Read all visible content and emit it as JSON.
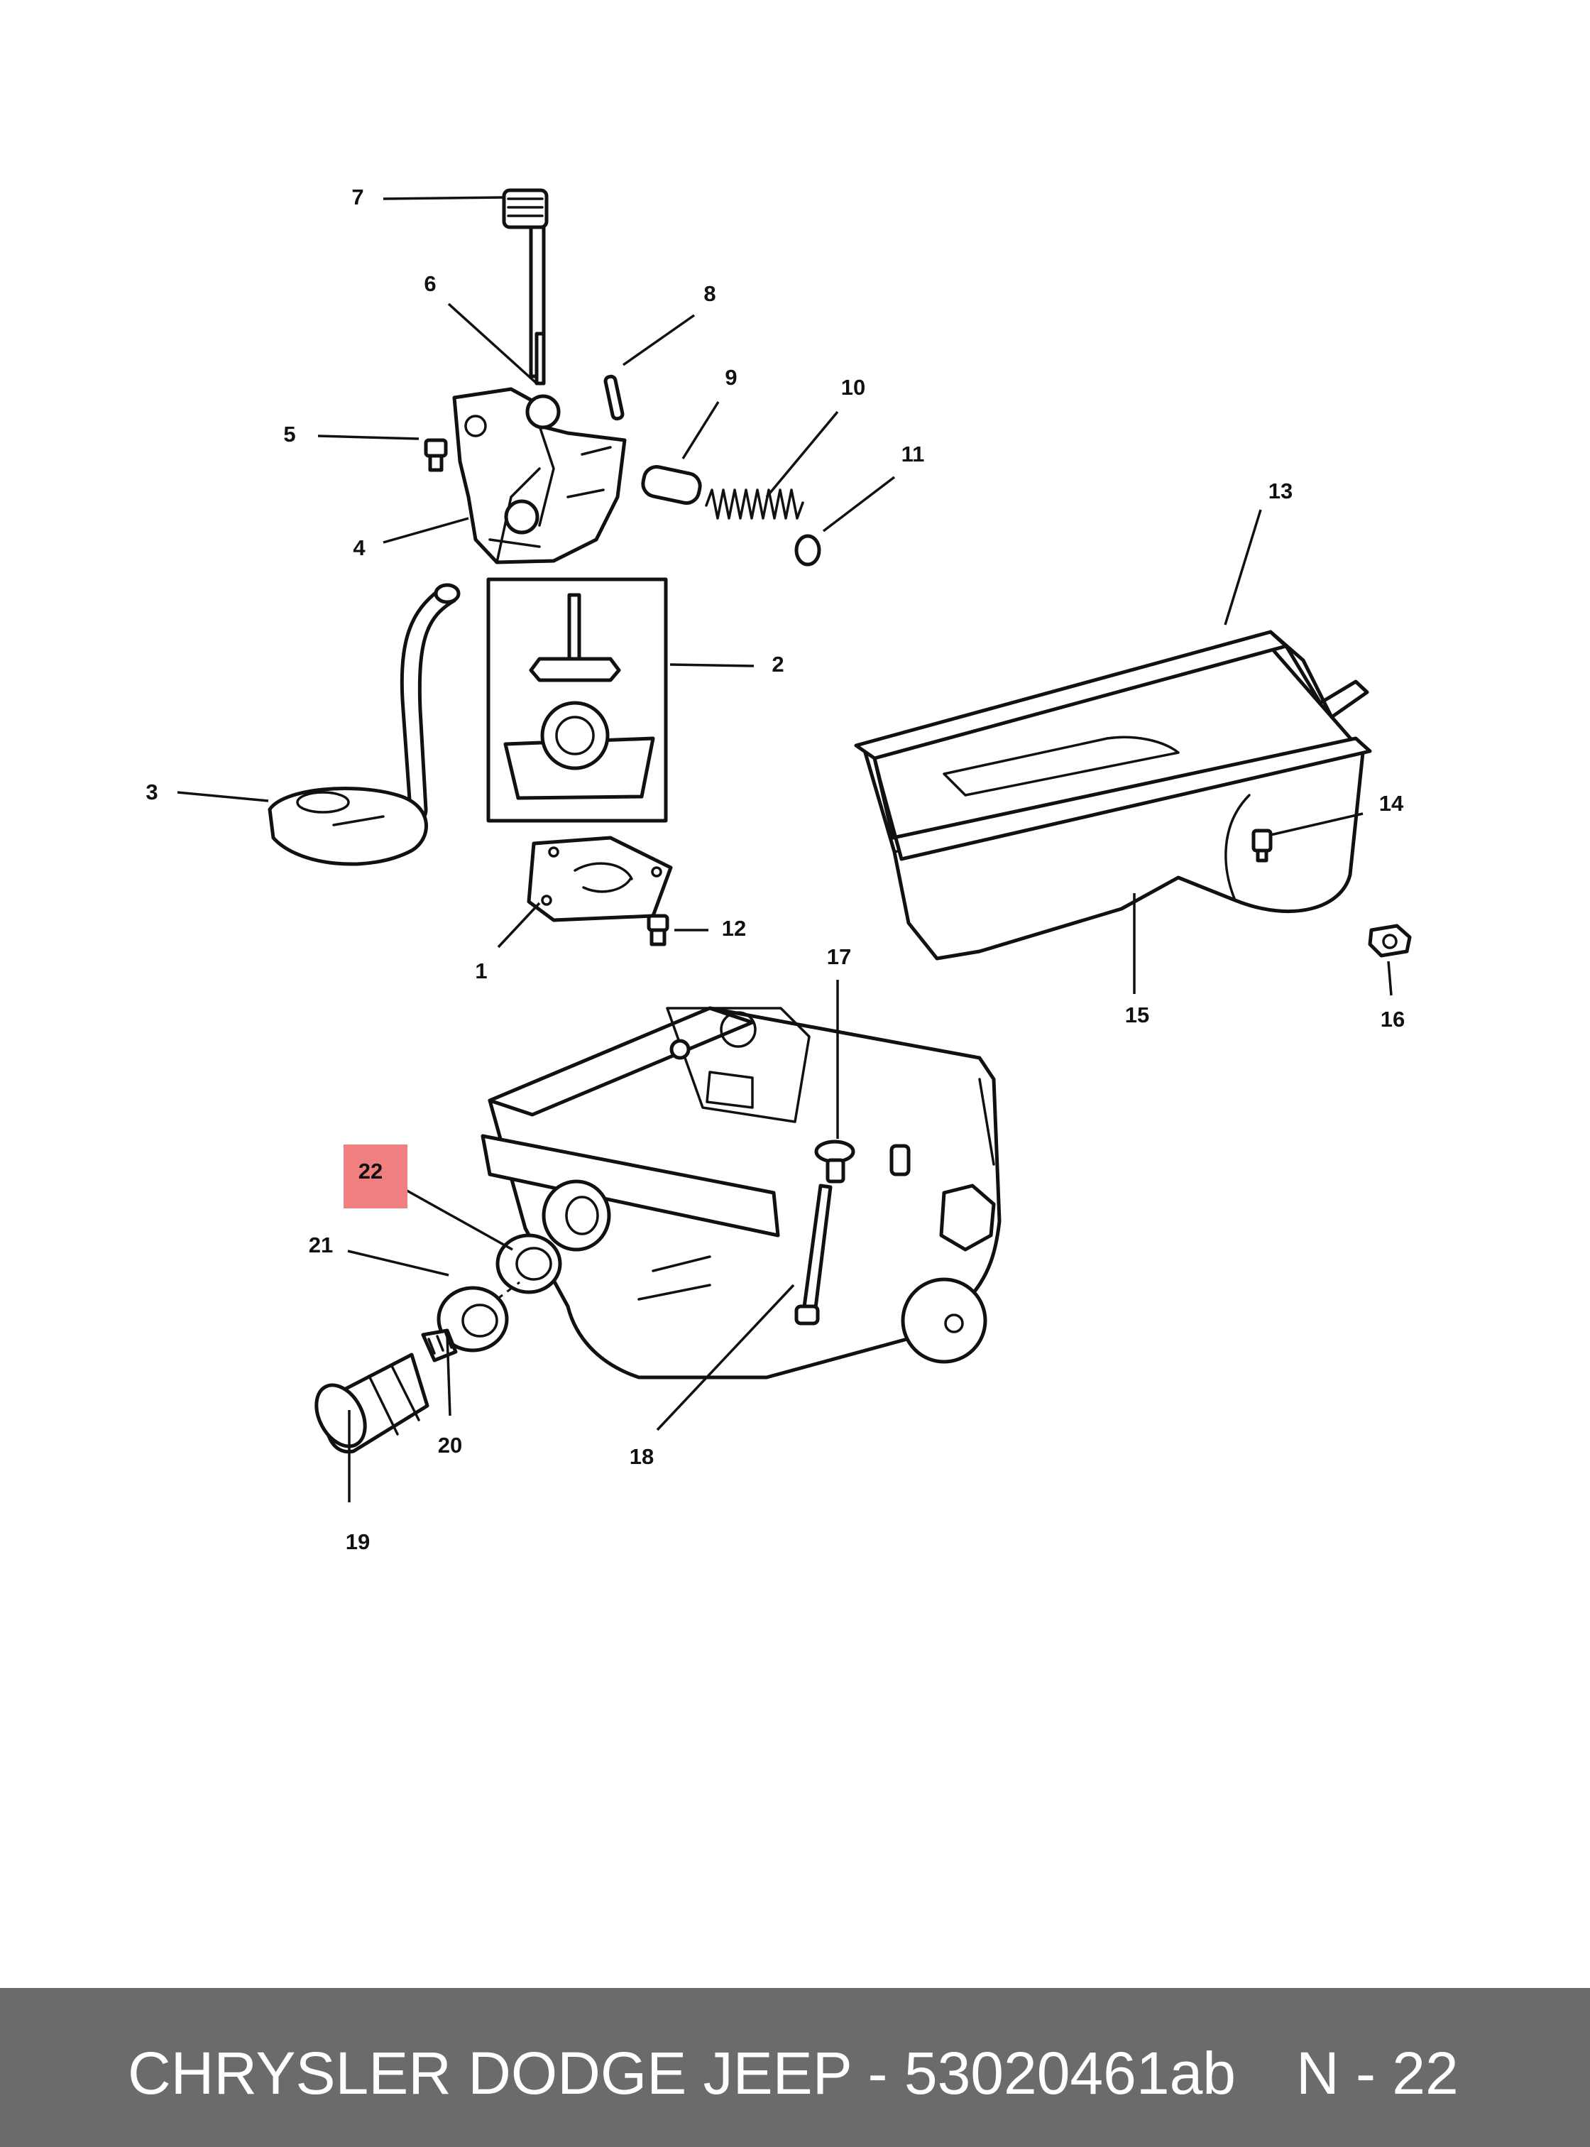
{
  "callouts": {
    "1": "1",
    "2": "2",
    "3": "3",
    "4": "4",
    "5": "5",
    "6": "6",
    "7": "7",
    "8": "8",
    "9": "9",
    "10": "10",
    "11": "11",
    "12": "12",
    "13": "13",
    "14": "14",
    "15": "15",
    "16": "16",
    "17": "17",
    "18": "18",
    "19": "19",
    "20": "20",
    "21": "21",
    "22": "22"
  },
  "highlighted_callout": "22",
  "colors": {
    "highlight": "#f08080",
    "footer_bg": "#6b6b6b",
    "footer_text": "#ffffff",
    "line_art": "#111111"
  },
  "footer": {
    "title": "CHRYSLER DODGE JEEP - 53020461ab",
    "page": "N - 22"
  }
}
